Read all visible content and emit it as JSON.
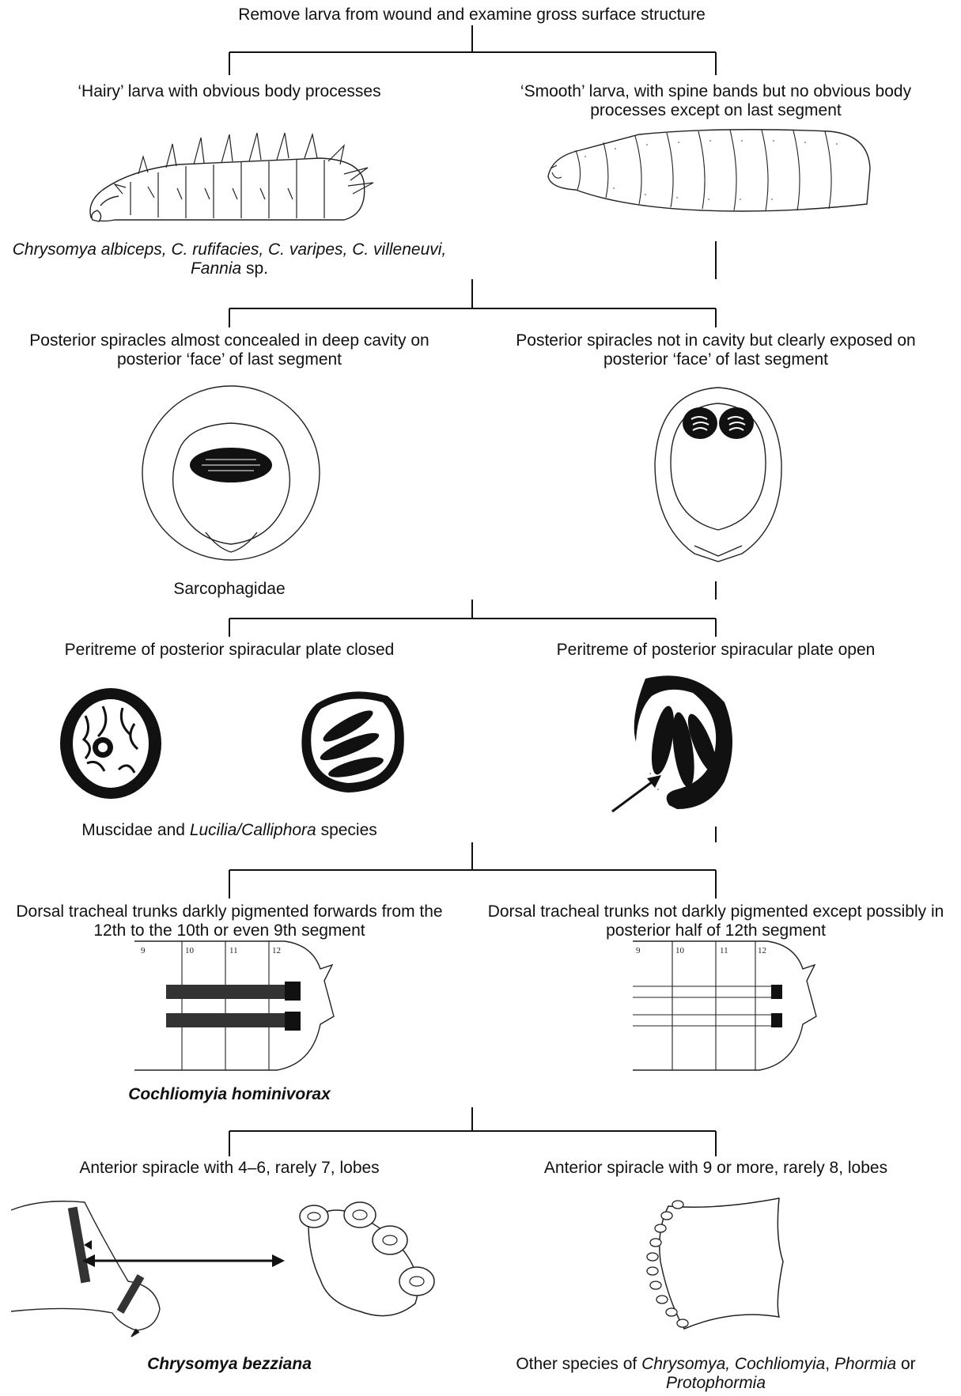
{
  "steps": {
    "root": "Remove larva from wound and examine gross surface structure",
    "hairy": "‘Hairy’ larva with obvious body processes",
    "smooth": "‘Smooth’ larva, with spine bands but no obvious body processes except on last segment",
    "concealed": "Posterior spiracles almost concealed in deep cavity on posterior ‘face’ of last segment",
    "exposed": "Posterior spiracles not in cavity but clearly exposed on posterior ‘face’ of last segment",
    "closed": "Peritreme of posterior spiracular plate closed",
    "open": "Peritreme of posterior spiracular plate open",
    "dark_trunks": "Dorsal tracheal trunks darkly pigmented forwards from the 12th to the 10th or even 9th segment",
    "pale_trunks": "Dorsal tracheal trunks not darkly pigmented except possibly in posterior half of 12th segment",
    "few_lobes": "Anterior spiracle with 4–6, rarely 7, lobes",
    "many_lobes": "Anterior spiracle with 9 or more, rarely 8, lobes"
  },
  "results": {
    "hairy": {
      "species_a": "Chrysomya albiceps, C. rufifacies, C. varipes, C. villeneuvi,",
      "genus_b": "Fannia",
      "suffix_b": " sp."
    },
    "sarcophagidae": "Sarcophagidae",
    "muscidae": {
      "prefix": "Muscidae and ",
      "genera": "Lucilia/Calliphora",
      "suffix": " species"
    },
    "cochliomyia": "Cochliomyia hominivorax",
    "bezziana": "Chrysomya bezziana",
    "other": {
      "prefix": "Other species of ",
      "genera_a": "Chrysomya, Cochliomyia",
      "sep_a": ", ",
      "genus_b": "Phormia",
      "sep_b": " or",
      "genus_c": "Protophormia"
    }
  },
  "segment_labels": [
    "9",
    "10",
    "11",
    "12"
  ]
}
